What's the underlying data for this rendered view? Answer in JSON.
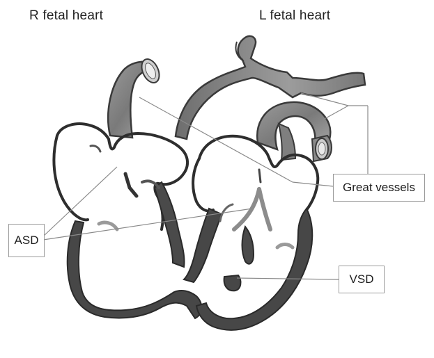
{
  "titles": {
    "left": "R fetal heart",
    "right": "L fetal heart"
  },
  "labels": {
    "great_vessels": "Great vessels",
    "asd": "ASD",
    "vsd": "VSD"
  },
  "colors": {
    "outline": "#3a3a3a",
    "wall_dark": "#4a4a4a",
    "vessel_gray": "#8c8c8c",
    "vessel_light": "#b8b8b8",
    "leader_line": "#8a8a8a"
  }
}
